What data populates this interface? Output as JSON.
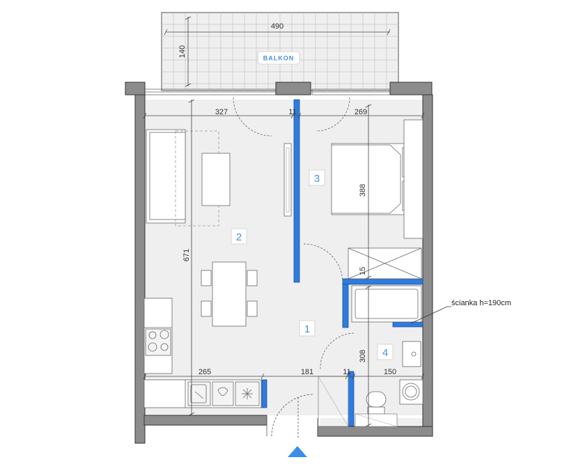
{
  "balcony": {
    "label": "BALKON",
    "width": "490",
    "depth": "140"
  },
  "dimensions": {
    "top_left": "327",
    "top_mid": "11",
    "top_right": "269",
    "height_left": "671",
    "bed_length": "388",
    "shower_wall": "15",
    "bath_height": "308",
    "bottom_left": "265",
    "bottom_mid": "181",
    "bottom_wall": "11",
    "bottom_right": "150"
  },
  "rooms": [
    {
      "number": "1"
    },
    {
      "number": "2"
    },
    {
      "number": "3"
    },
    {
      "number": "4"
    }
  ],
  "note": {
    "text": "ścianka h=190cm"
  },
  "colors": {
    "wall": "#8c8c8c",
    "partition": "#2f7be0",
    "floor": "#eeeeee",
    "room_number": "#4a90d9",
    "entrance": "#3b8ee8"
  }
}
